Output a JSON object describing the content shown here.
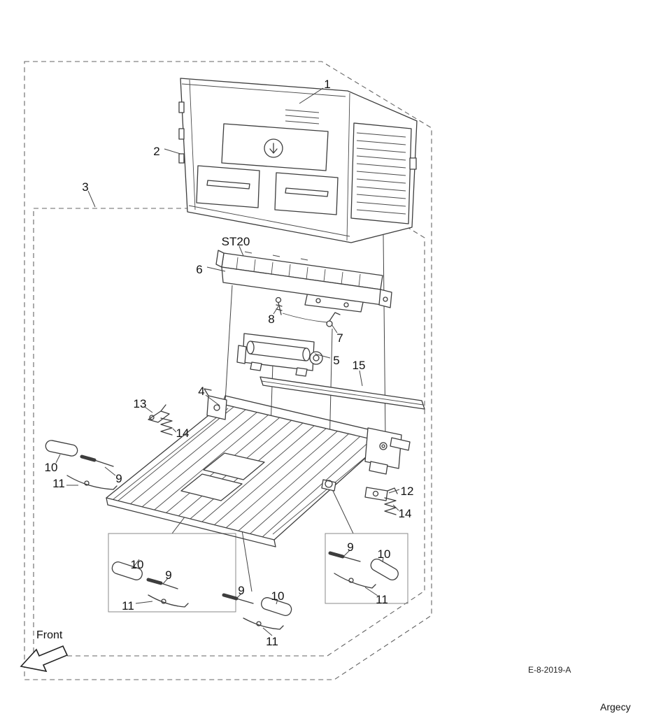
{
  "callouts": [
    {
      "text": "1"
    },
    {
      "text": "2"
    },
    {
      "text": "3"
    },
    {
      "text": "6"
    },
    {
      "text": "8"
    },
    {
      "text": "7"
    },
    {
      "text": "5"
    },
    {
      "text": "15"
    },
    {
      "text": "4"
    },
    {
      "text": "13"
    },
    {
      "text": "14"
    },
    {
      "text": "10"
    },
    {
      "text": "11"
    },
    {
      "text": "9"
    },
    {
      "text": "12"
    },
    {
      "text": "14"
    },
    {
      "text": "10"
    },
    {
      "text": "9"
    },
    {
      "text": "11"
    },
    {
      "text": "9"
    },
    {
      "text": "10"
    },
    {
      "text": "11"
    },
    {
      "text": "9"
    },
    {
      "text": "10"
    },
    {
      "text": "11"
    }
  ],
  "labels": {
    "assembly": "ST20",
    "front": "Front",
    "drawing_number": "E-8-2019-A",
    "watermark": "Argecy"
  },
  "colors": {
    "line": "#3d3d3d",
    "dashed": "#666666",
    "text": "#111111"
  }
}
